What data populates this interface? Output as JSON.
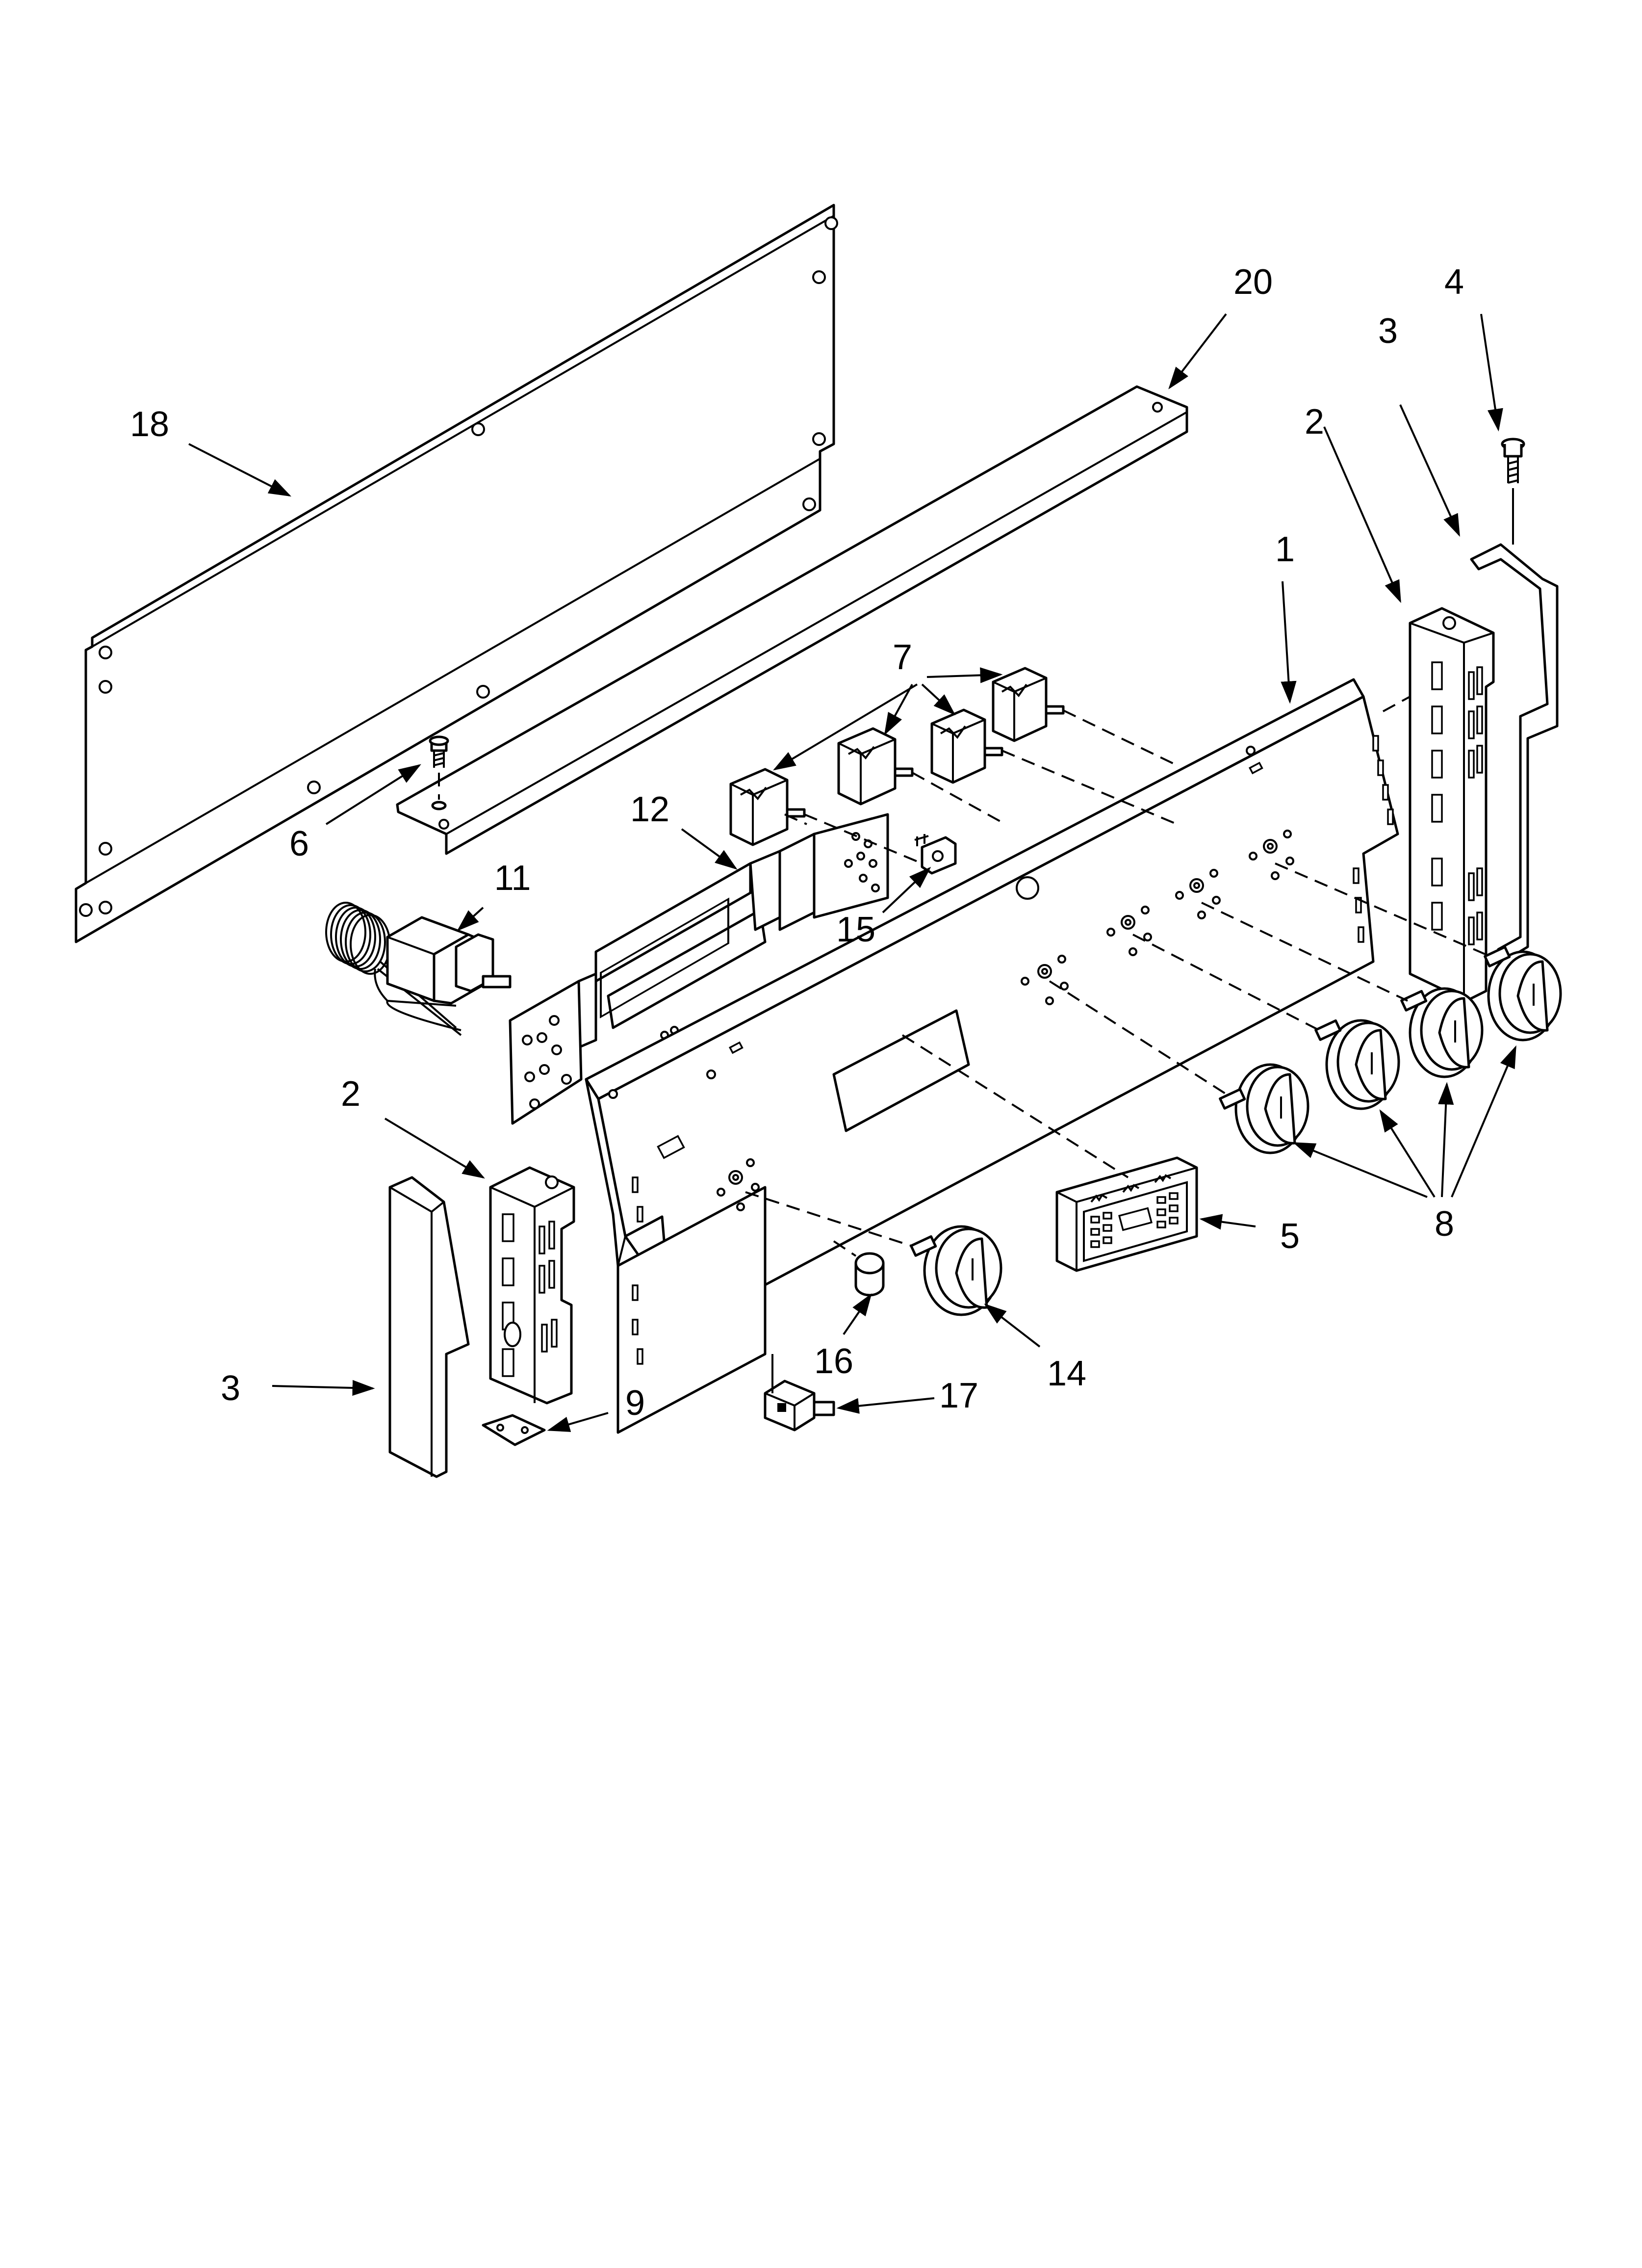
{
  "diagram": {
    "callouts": [
      {
        "id": "c18",
        "text": "18"
      },
      {
        "id": "c20",
        "text": "20"
      },
      {
        "id": "c4",
        "text": "4"
      },
      {
        "id": "c3a",
        "text": "3"
      },
      {
        "id": "c2a",
        "text": "2"
      },
      {
        "id": "c1",
        "text": "1"
      },
      {
        "id": "c7",
        "text": "7"
      },
      {
        "id": "c6",
        "text": "6"
      },
      {
        "id": "c12",
        "text": "12"
      },
      {
        "id": "c11",
        "text": "11"
      },
      {
        "id": "c15",
        "text": "15"
      },
      {
        "id": "c2b",
        "text": "2"
      },
      {
        "id": "c8",
        "text": "8"
      },
      {
        "id": "c5",
        "text": "5"
      },
      {
        "id": "c16",
        "text": "16"
      },
      {
        "id": "c14",
        "text": "14"
      },
      {
        "id": "c3b",
        "text": "3"
      },
      {
        "id": "c9",
        "text": "9"
      },
      {
        "id": "c17",
        "text": "17"
      }
    ]
  }
}
